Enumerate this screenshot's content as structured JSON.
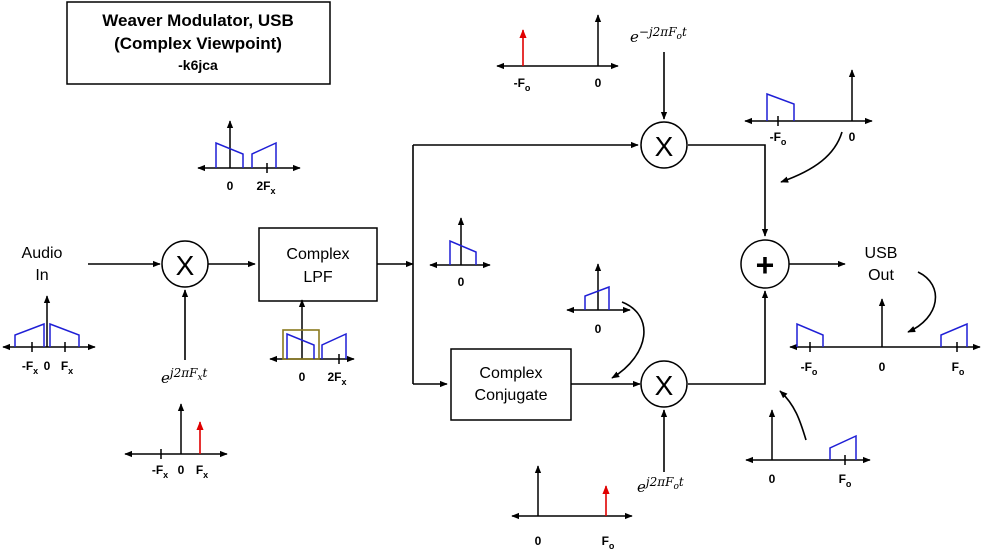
{
  "title_box": {
    "line1": "Weaver Modulator, USB",
    "line2": "(Complex Viewpoint)",
    "line3": "-k6jca"
  },
  "input": {
    "line1": "Audio",
    "line2": "In"
  },
  "output": {
    "line1": "USB",
    "line2": "Out"
  },
  "blocks": {
    "lpf": {
      "line1": "Complex",
      "line2": "LPF"
    },
    "conj": {
      "line1": "Complex",
      "line2": "Conjugate"
    }
  },
  "operators": {
    "mixer_symbol": "X",
    "sum_symbol": "+"
  },
  "oscillators": {
    "lo1": {
      "base": "e",
      "exponent": "j2πF",
      "exp_sub": "x",
      "exp_tail": "t"
    },
    "lo_upper": {
      "base": "e",
      "exponent": "−j2πF",
      "exp_sub": "o",
      "exp_tail": "t"
    },
    "lo_lower": {
      "base": "e",
      "exponent": "j2πF",
      "exp_sub": "o",
      "exp_tail": "t"
    }
  },
  "tick_labels": {
    "zero": "0",
    "neg_fx": {
      "main": "-F",
      "sub": "x"
    },
    "pos_fx": {
      "main": "F",
      "sub": "x"
    },
    "two_fx": {
      "main": "2F",
      "sub": "x"
    },
    "neg_fo": {
      "main": "-F",
      "sub": "o"
    },
    "pos_fo": {
      "main": "F",
      "sub": "o"
    }
  },
  "colors": {
    "spectrum": "#1f1fd6",
    "tone": "#e00000",
    "lpf_window": "#8a7a1e",
    "line": "#000000"
  }
}
